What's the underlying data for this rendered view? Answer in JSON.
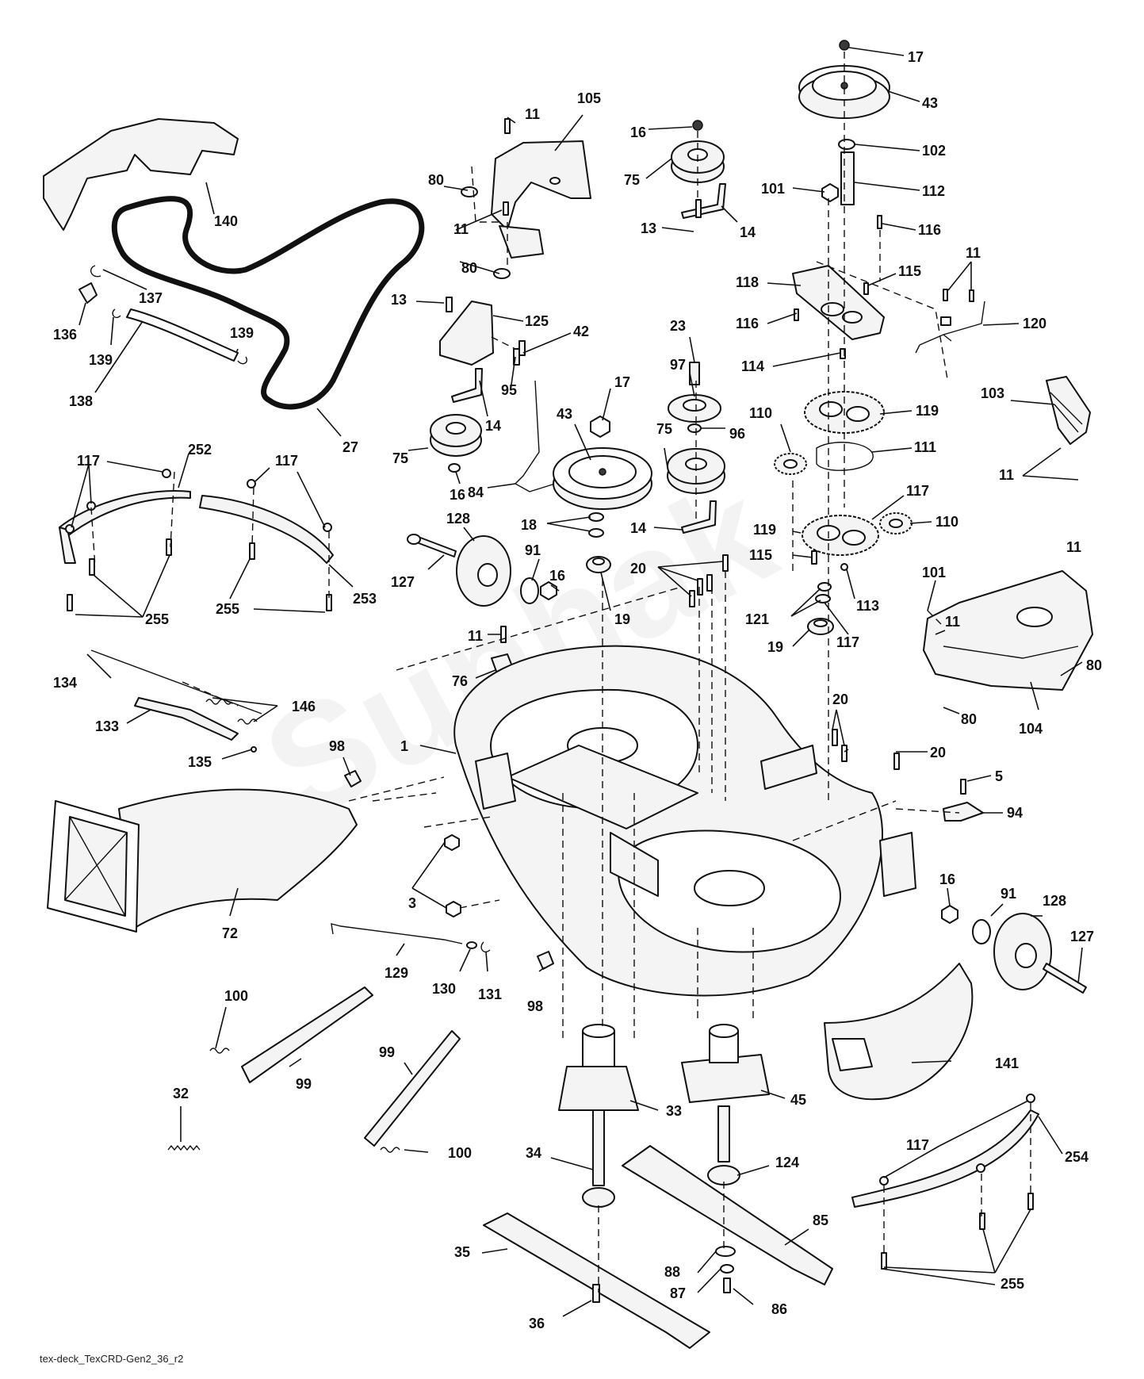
{
  "watermark": "Sunhak",
  "footer": "tex-deck_TexCRD-Gen2_36_r2",
  "callouts": [
    {
      "id": "c17a",
      "label": "17"
    },
    {
      "id": "c43a",
      "label": "43"
    },
    {
      "id": "c102",
      "label": "102"
    },
    {
      "id": "c112",
      "label": "112"
    },
    {
      "id": "c101a",
      "label": "101"
    },
    {
      "id": "c116a",
      "label": "116"
    },
    {
      "id": "c11a",
      "label": "11"
    },
    {
      "id": "c115a",
      "label": "115"
    },
    {
      "id": "c118",
      "label": "118"
    },
    {
      "id": "c116b",
      "label": "116"
    },
    {
      "id": "c120",
      "label": "120"
    },
    {
      "id": "c114",
      "label": "114"
    },
    {
      "id": "c103",
      "label": "103"
    },
    {
      "id": "c11b",
      "label": "11"
    },
    {
      "id": "c119a",
      "label": "119"
    },
    {
      "id": "c110a",
      "label": "110"
    },
    {
      "id": "c111",
      "label": "111"
    },
    {
      "id": "c117a",
      "label": "117"
    },
    {
      "id": "c119b",
      "label": "119"
    },
    {
      "id": "c110b",
      "label": "110"
    },
    {
      "id": "c115b",
      "label": "115"
    },
    {
      "id": "c113",
      "label": "113"
    },
    {
      "id": "c121",
      "label": "121"
    },
    {
      "id": "c117b",
      "label": "117"
    },
    {
      "id": "c101b",
      "label": "101"
    },
    {
      "id": "c11c",
      "label": "11"
    },
    {
      "id": "c19a",
      "label": "19"
    },
    {
      "id": "c11d",
      "label": "11"
    },
    {
      "id": "c80a",
      "label": "80"
    },
    {
      "id": "c80b",
      "label": "80"
    },
    {
      "id": "c104",
      "label": "104"
    },
    {
      "id": "c105",
      "label": "105"
    },
    {
      "id": "c11e",
      "label": "11"
    },
    {
      "id": "c80c",
      "label": "80"
    },
    {
      "id": "c11f",
      "label": "11"
    },
    {
      "id": "c80d",
      "label": "80"
    },
    {
      "id": "c16a",
      "label": "16"
    },
    {
      "id": "c75a",
      "label": "75"
    },
    {
      "id": "c14a",
      "label": "14"
    },
    {
      "id": "c13a",
      "label": "13"
    },
    {
      "id": "c140",
      "label": "140"
    },
    {
      "id": "c137",
      "label": "137"
    },
    {
      "id": "c136",
      "label": "136"
    },
    {
      "id": "c139a",
      "label": "139"
    },
    {
      "id": "c139b",
      "label": "139"
    },
    {
      "id": "c138",
      "label": "138"
    },
    {
      "id": "c27",
      "label": "27"
    },
    {
      "id": "c13b",
      "label": "13"
    },
    {
      "id": "c125",
      "label": "125"
    },
    {
      "id": "c42",
      "label": "42"
    },
    {
      "id": "c95",
      "label": "95"
    },
    {
      "id": "c14b",
      "label": "14"
    },
    {
      "id": "c75b",
      "label": "75"
    },
    {
      "id": "c16b",
      "label": "16"
    },
    {
      "id": "c84",
      "label": "84"
    },
    {
      "id": "c17b",
      "label": "17"
    },
    {
      "id": "c43b",
      "label": "43"
    },
    {
      "id": "c23",
      "label": "23"
    },
    {
      "id": "c97",
      "label": "97"
    },
    {
      "id": "c96",
      "label": "96"
    },
    {
      "id": "c75c",
      "label": "75"
    },
    {
      "id": "c14c",
      "label": "14"
    },
    {
      "id": "c18",
      "label": "18"
    },
    {
      "id": "c19b",
      "label": "19"
    },
    {
      "id": "c20a",
      "label": "20"
    },
    {
      "id": "c117c",
      "label": "117"
    },
    {
      "id": "c252",
      "label": "252"
    },
    {
      "id": "c117d",
      "label": "117"
    },
    {
      "id": "c255a",
      "label": "255"
    },
    {
      "id": "c255b",
      "label": "255"
    },
    {
      "id": "c253",
      "label": "253"
    },
    {
      "id": "c127a",
      "label": "127"
    },
    {
      "id": "c128a",
      "label": "128"
    },
    {
      "id": "c91a",
      "label": "91"
    },
    {
      "id": "c16c",
      "label": "16"
    },
    {
      "id": "c11g",
      "label": "11"
    },
    {
      "id": "c76",
      "label": "76"
    },
    {
      "id": "c134",
      "label": "134"
    },
    {
      "id": "c146",
      "label": "146"
    },
    {
      "id": "c133",
      "label": "133"
    },
    {
      "id": "c135",
      "label": "135"
    },
    {
      "id": "c98a",
      "label": "98"
    },
    {
      "id": "c1",
      "label": "1"
    },
    {
      "id": "c20b",
      "label": "20"
    },
    {
      "id": "c20c",
      "label": "20"
    },
    {
      "id": "c5",
      "label": "5"
    },
    {
      "id": "c94",
      "label": "94"
    },
    {
      "id": "c72",
      "label": "72"
    },
    {
      "id": "c3",
      "label": "3"
    },
    {
      "id": "c16d",
      "label": "16"
    },
    {
      "id": "c91b",
      "label": "91"
    },
    {
      "id": "c128b",
      "label": "128"
    },
    {
      "id": "c127b",
      "label": "127"
    },
    {
      "id": "c129",
      "label": "129"
    },
    {
      "id": "c130",
      "label": "130"
    },
    {
      "id": "c131",
      "label": "131"
    },
    {
      "id": "c98b",
      "label": "98"
    },
    {
      "id": "c100a",
      "label": "100"
    },
    {
      "id": "c99a",
      "label": "99"
    },
    {
      "id": "c32",
      "label": "32"
    },
    {
      "id": "c99b",
      "label": "99"
    },
    {
      "id": "c100b",
      "label": "100"
    },
    {
      "id": "c141",
      "label": "141"
    },
    {
      "id": "c33",
      "label": "33"
    },
    {
      "id": "c45",
      "label": "45"
    },
    {
      "id": "c34",
      "label": "34"
    },
    {
      "id": "c124",
      "label": "124"
    },
    {
      "id": "c117e",
      "label": "117"
    },
    {
      "id": "c254",
      "label": "254"
    },
    {
      "id": "c85",
      "label": "85"
    },
    {
      "id": "c35",
      "label": "35"
    },
    {
      "id": "c88",
      "label": "88"
    },
    {
      "id": "c87",
      "label": "87"
    },
    {
      "id": "c86",
      "label": "86"
    },
    {
      "id": "c255c",
      "label": "255"
    },
    {
      "id": "c36",
      "label": "36"
    }
  ]
}
